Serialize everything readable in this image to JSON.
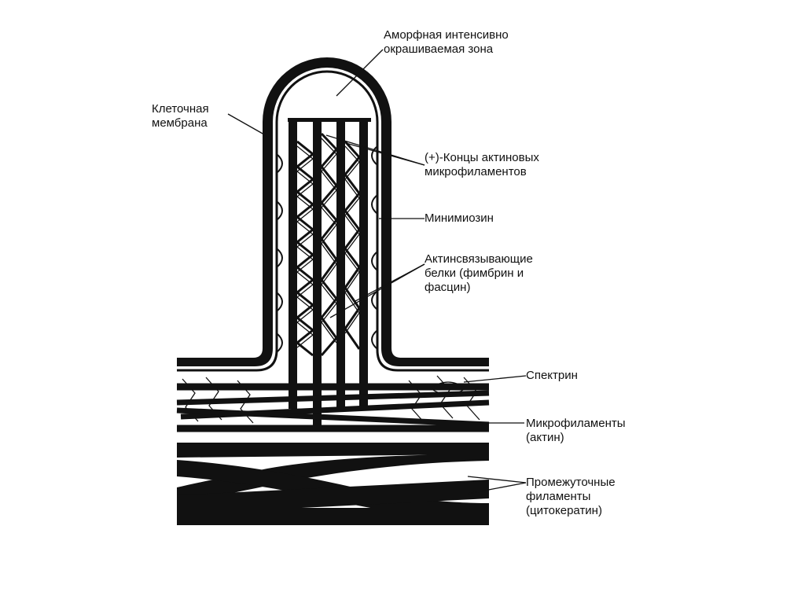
{
  "labels": {
    "amorphous_zone": "Аморфная интенсивно\nокрашиваемая зона",
    "cell_membrane": "Клеточная\nмембрана",
    "plus_ends": "(+)-Концы актиновых\nмикрофиламентов",
    "minimyosin": "Минимиозин",
    "actin_binding": "Актинсвязывающие\nбелки (фимбрин и\nфасцин)",
    "spectrin": "Спектрин",
    "microfilaments": "Микрофиламенты\n(актин)",
    "intermediate_filaments": "Промежуточные\nфиламенты\n(цитокератин)"
  },
  "colors": {
    "ink": "#111111",
    "background": "#ffffff"
  }
}
